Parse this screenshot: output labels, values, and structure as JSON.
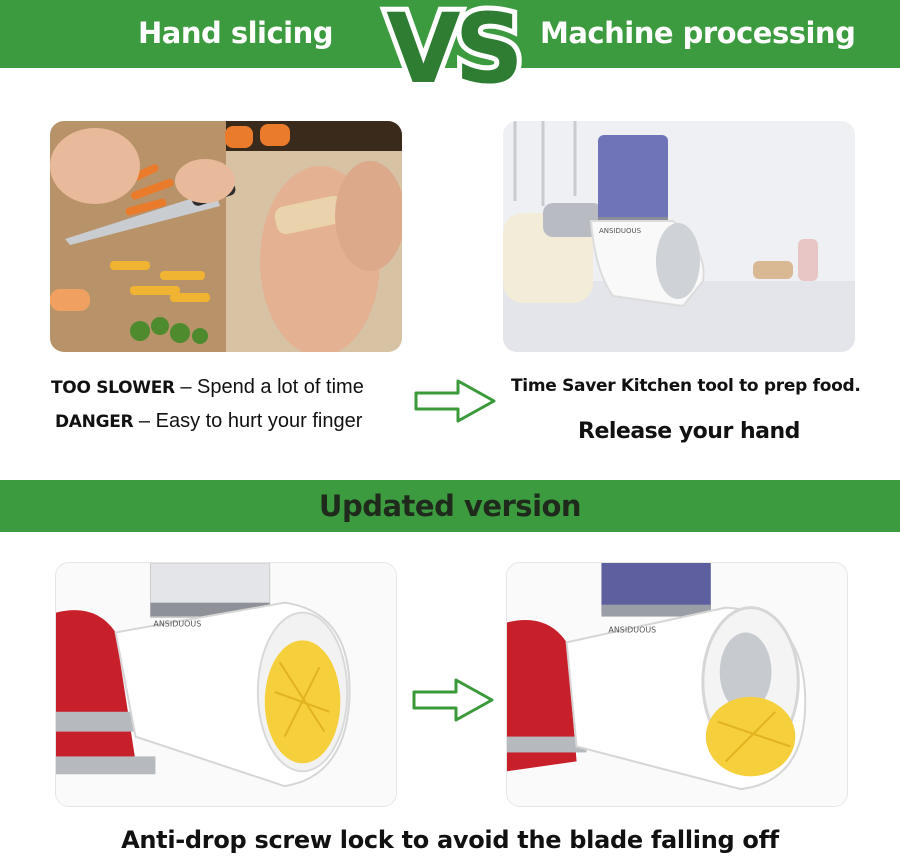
{
  "header": {
    "left_label": "Hand slicing",
    "vs_label": "VS",
    "right_label": "Machine processing"
  },
  "hand_slicing": {
    "lines": [
      {
        "strong": "TOO SLOWER",
        "dash": " – ",
        "text": "Spend a lot of time"
      },
      {
        "strong": "DANGER",
        "dash": " – ",
        "text": "Easy to  hurt your finger"
      }
    ]
  },
  "machine": {
    "line1": "Time Saver Kitchen tool to prep food.",
    "line2": "Release your hand",
    "brand_label": "ANSIDUOUS"
  },
  "updated": {
    "title": "Updated version",
    "bottom_caption": "Anti-drop screw lock to avoid the blade falling off"
  },
  "colors": {
    "band_green": "#3c9a3f",
    "arrow_green": "#3a9a3a",
    "mixer_red": "#c8202a",
    "cheese_yellow": "#f5cf3c"
  },
  "icons": {
    "arrow": "right-arrow-outline-icon"
  }
}
